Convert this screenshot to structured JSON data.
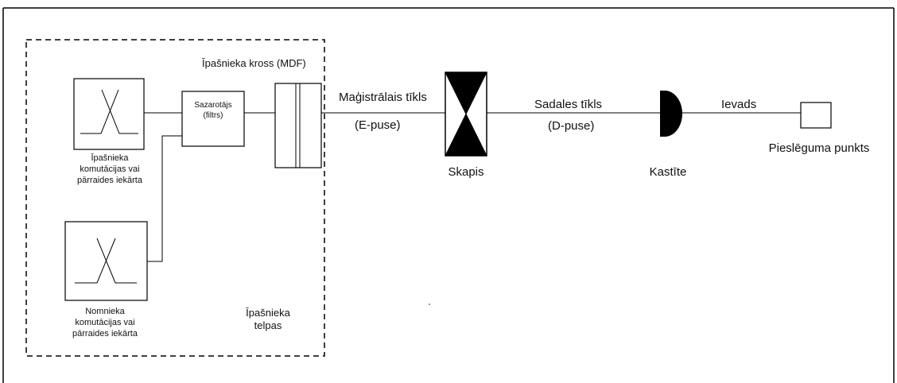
{
  "labels": {
    "mdf_title": "Īpašnieka kross (MDF)",
    "owner_equipment_line1": "Īpašnieka",
    "owner_equipment_line2": "komutācijas vai",
    "owner_equipment_line3": "pārraides iekārta",
    "tenant_equipment_line1": "Nomnieka",
    "tenant_equipment_line2": "komutācijas vai",
    "tenant_equipment_line3": "pārraides iekārta",
    "splitter_line1": "Sazarotājs",
    "splitter_line2": "(filtrs)",
    "owner_premises_line1": "Īpašnieka",
    "owner_premises_line2": "telpas",
    "main_network": "Maģistrālais tīkls",
    "main_network_side": "(E-puse)",
    "cabinet": "Skapis",
    "distribution_network": "Sadales tīkls",
    "distribution_network_side": "(D-puse)",
    "box": "Kastīte",
    "drop": "Ievads",
    "connection_point": "Pieslēguma punkts"
  }
}
